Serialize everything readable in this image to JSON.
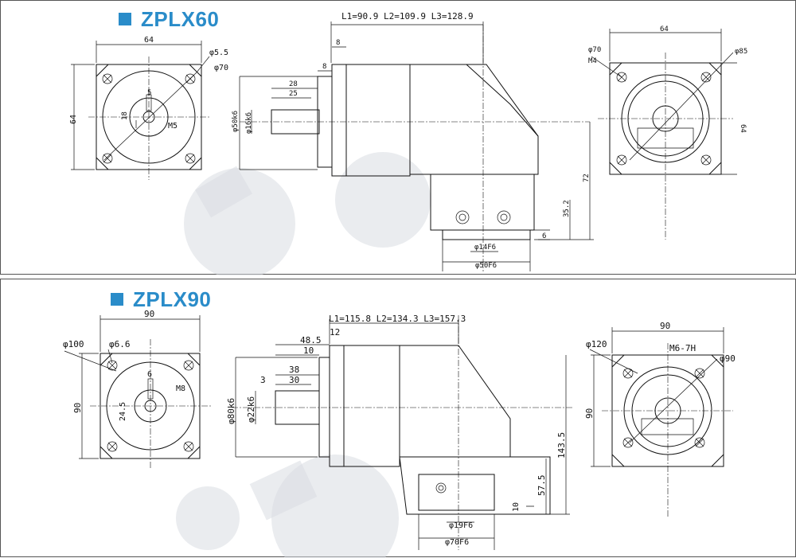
{
  "sections": [
    {
      "title": "ZPLX60",
      "side_view": {
        "length_header": "L1=90.9 L2=109.9 L3=128.9",
        "dims": [
          "8",
          "8",
          "28",
          "25",
          "φ50k6",
          "φ16k6",
          "72",
          "35.2",
          "6",
          "φ14F6",
          "φ50F6"
        ]
      },
      "front_view": {
        "dims": [
          "64",
          "64",
          "φ5.5",
          "φ70",
          "5",
          "18",
          "M5"
        ]
      },
      "rear_view": {
        "dims": [
          "64",
          "φ70",
          "M4",
          "φ85",
          "64"
        ]
      }
    },
    {
      "title": "ZPLX90",
      "side_view": {
        "length_header": "L1=115.8 L2=134.3 L3=157.3",
        "dims": [
          "48.5",
          "10",
          "12",
          "38",
          "30",
          "3",
          "φ80k6",
          "φ22k6",
          "143.5",
          "57.5",
          "10",
          "φ19F6",
          "φ70F6"
        ]
      },
      "front_view": {
        "dims": [
          "90",
          "90",
          "φ100",
          "φ6.6",
          "6",
          "24.5",
          "M8"
        ]
      },
      "rear_view": {
        "dims": [
          "90",
          "φ120",
          "M6-7H",
          "φ90",
          "90"
        ]
      }
    }
  ],
  "colors": {
    "title": "#2a8cc9",
    "line": "#111111",
    "watermark": "#d9dde2"
  }
}
